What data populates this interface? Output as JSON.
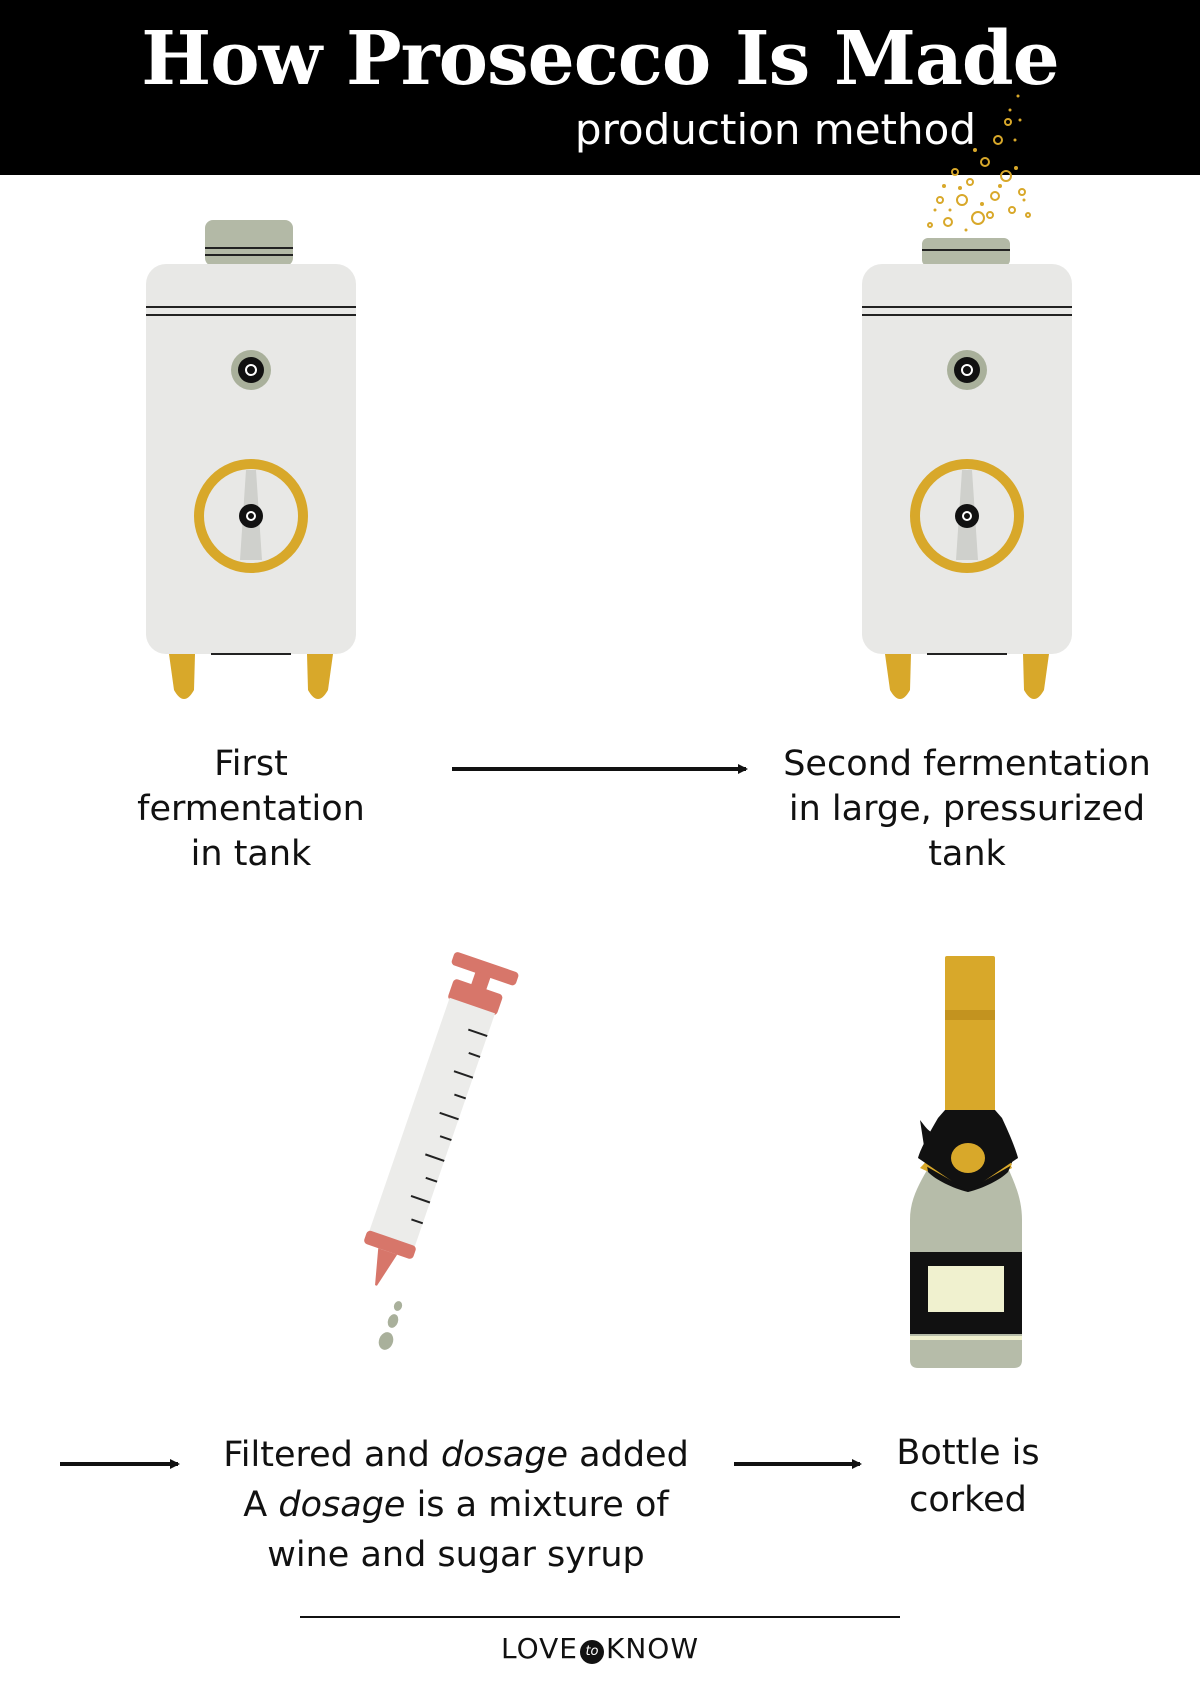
{
  "header": {
    "title": "How Prosecco Is Made",
    "subtitle": "production method"
  },
  "steps": [
    {
      "lines": [
        "First",
        "fermentation",
        "in tank"
      ]
    },
    {
      "lines": [
        "Second fermentation",
        "in large, pressurized",
        "tank"
      ]
    },
    {
      "line1_a": "Filtered and ",
      "line1_em": "dosage",
      "line1_b": " added",
      "line2_a": "A ",
      "line2_em": "dosage",
      "line2_b": " is a mixture of",
      "line3": "wine and sugar syrup"
    },
    {
      "lines": [
        "Bottle is",
        "corked"
      ]
    }
  ],
  "footer": {
    "logo_left": "LOVE",
    "logo_mid": "to",
    "logo_right": "KNOW"
  },
  "colors": {
    "header_bg": "#000000",
    "tank_body": "#e8e8e6",
    "tank_cap": "#b3b9a6",
    "gold": "#d8a82a",
    "syringe_red": "#d7766a",
    "bottle_green": "#b6bca9",
    "label_cream": "#f0f1cf"
  },
  "icons": [
    "tank-icon",
    "pressurized-tank-icon",
    "bubbles-icon",
    "syringe-icon",
    "champagne-bottle-icon",
    "arrow-icon"
  ]
}
